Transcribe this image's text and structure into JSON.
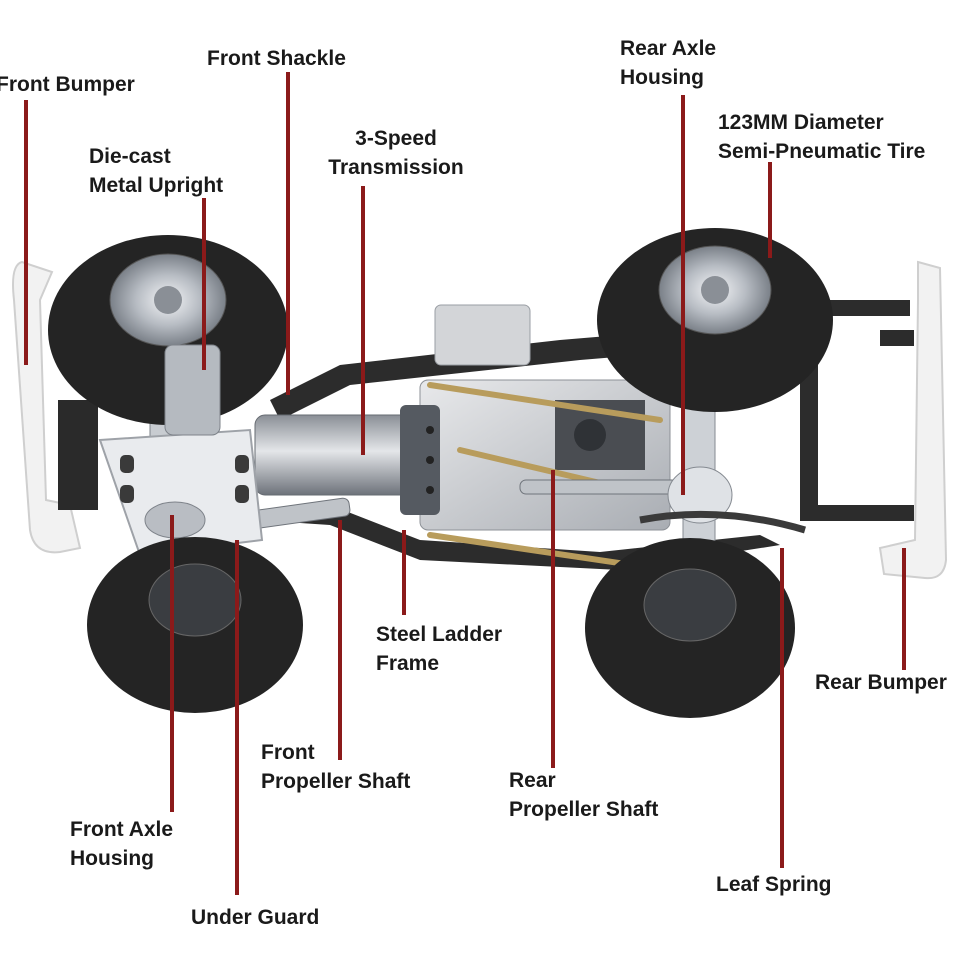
{
  "colors": {
    "leader_line": "#8b1a1a",
    "text": "#1a1a1a",
    "tire": "#242424",
    "frame": "#2c2c2c",
    "chrome": "#c9cdd2",
    "bumper": "#f2f2f2"
  },
  "labels": {
    "front_bumper": [
      "Front Bumper"
    ],
    "front_shackle": [
      "Front Shackle"
    ],
    "die_cast_upright": [
      "Die-cast",
      "Metal Upright"
    ],
    "transmission": [
      "3-Speed",
      "Transmission"
    ],
    "rear_axle_housing": [
      "Rear Axle",
      "Housing"
    ],
    "tire": [
      "123MM Diameter",
      "Semi-Pneumatic Tire"
    ],
    "steel_ladder_frame": [
      "Steel Ladder",
      "Frame"
    ],
    "rear_bumper": [
      "Rear Bumper"
    ],
    "front_propeller_shaft": [
      "Front",
      "Propeller Shaft"
    ],
    "rear_propeller_shaft": [
      "Rear",
      "Propeller Shaft"
    ],
    "front_axle_housing": [
      "Front Axle",
      "Housing"
    ],
    "leaf_spring": [
      "Leaf Spring"
    ],
    "under_guard": [
      "Under Guard"
    ]
  }
}
